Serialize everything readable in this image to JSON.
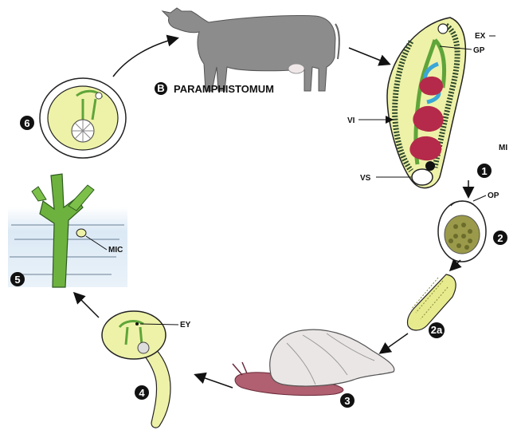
{
  "title_marker": "B",
  "title": "PARAMPHISTOMUM",
  "labels": {
    "ex": "EX",
    "gp": "GP",
    "vi": "VI",
    "mi": "MI",
    "vs": "VS",
    "op": "OP",
    "mic": "MIC",
    "ey": "EY"
  },
  "stages": {
    "s1": "1",
    "s2": "2",
    "s2a": "2a",
    "s3": "3",
    "s4": "4",
    "s5": "5",
    "s6": "6"
  },
  "colors": {
    "body_fill": "#eef2a8",
    "green": "#5fa53a",
    "blue": "#3aa7d8",
    "red": "#b52a4a",
    "cow": "#8a8a8a",
    "snail_shell": "#e9e4e4",
    "snail_foot": "#b06070",
    "water": "#cfe3f3"
  }
}
